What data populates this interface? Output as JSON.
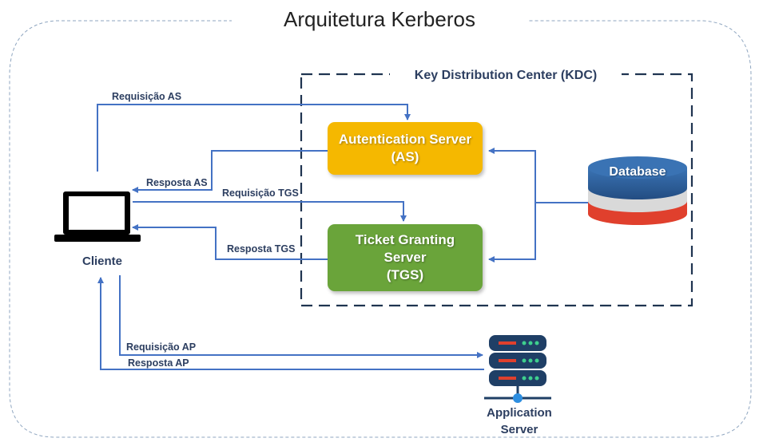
{
  "title": "Arquitetura  Kerberos",
  "kdc": {
    "title": "Key Distribution Center (KDC)",
    "as_server": {
      "line1": "Autentication Server",
      "line2": "(AS)"
    },
    "tgs_server": {
      "line1": "Ticket Granting",
      "line2": "Server",
      "line3": "(TGS)"
    }
  },
  "database": {
    "label": "Database"
  },
  "client": {
    "label": "Cliente"
  },
  "app_server": {
    "line1": "Application",
    "line2": "Server"
  },
  "arrows": {
    "req_as": "Requisição AS",
    "resp_as": "Resposta AS",
    "req_tgs": "Requisição TGS",
    "resp_tgs": "Resposta TGS",
    "req_ap": "Requisição AP",
    "resp_ap": "Resposta AP"
  },
  "colors": {
    "as_box": "#f5b800",
    "tgs_box": "#6aa43a",
    "arrow": "#4472c4",
    "kdc_border": "#1f3450",
    "db_top": "#2e5f9a",
    "db_bottom": "#e0402d",
    "server": "#1f3f66"
  }
}
